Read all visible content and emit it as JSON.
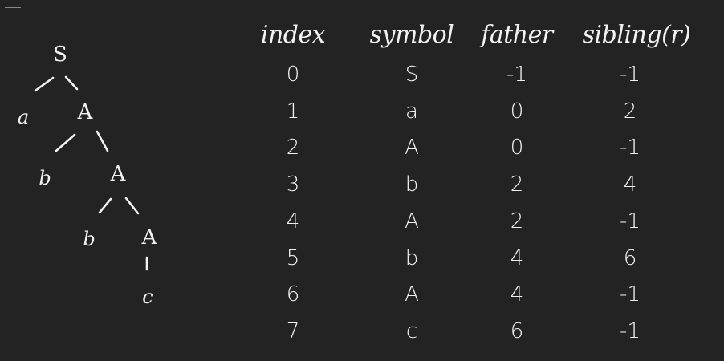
{
  "tree": {
    "nodes": [
      {
        "id": "s",
        "label": "S"
      },
      {
        "id": "a1",
        "label": "a"
      },
      {
        "id": "A1",
        "label": "A"
      },
      {
        "id": "b1",
        "label": "b"
      },
      {
        "id": "A2",
        "label": "A"
      },
      {
        "id": "b2",
        "label": "b"
      },
      {
        "id": "A3",
        "label": "A"
      },
      {
        "id": "c1",
        "label": "c"
      }
    ]
  },
  "table": {
    "headers": [
      "index",
      "symbol",
      "father",
      "sibling(r)"
    ],
    "rows": [
      [
        "0",
        "S",
        "-1",
        "-1"
      ],
      [
        "1",
        "a",
        "0",
        "2"
      ],
      [
        "2",
        "A",
        "0",
        "-1"
      ],
      [
        "3",
        "b",
        "2",
        "4"
      ],
      [
        "4",
        "A",
        "2",
        "-1"
      ],
      [
        "5",
        "b",
        "4",
        "6"
      ],
      [
        "6",
        "A",
        "4",
        "-1"
      ],
      [
        "7",
        "c",
        "6",
        "-1"
      ]
    ]
  }
}
